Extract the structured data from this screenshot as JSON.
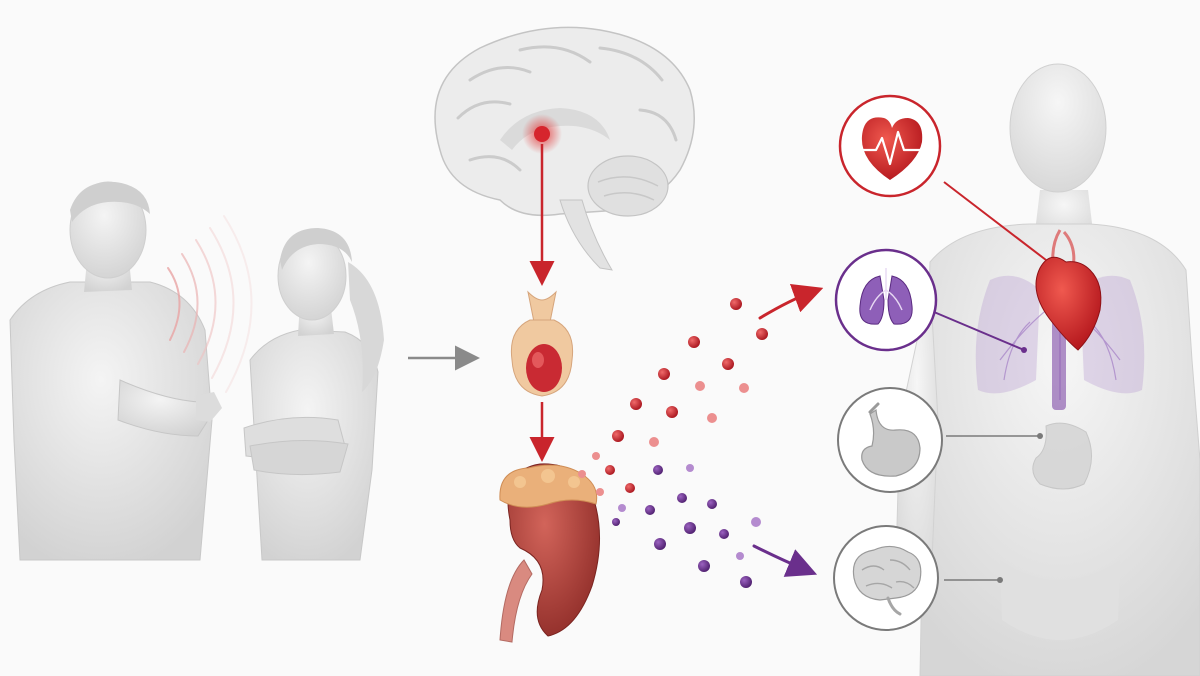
{
  "colors": {
    "background": "#fafafa",
    "figure_fill": "#e9e9e9",
    "figure_shade": "#d4d4d4",
    "signal_red": "#c9252c",
    "hormone_red": "#c21f2a",
    "hormone_pink": "#ec8f8f",
    "hormone_purple": "#6a2f8c",
    "neutral_gray": "#7a7a7a",
    "gland_peach": "#f0c9a0",
    "adrenal_orange": "#eab07a",
    "kidney_red": "#a83a34"
  },
  "icons": {
    "conflict_scene": "two-people-argument-icon",
    "hypothalamus": "brain-hypothalamus-icon",
    "pituitary": "pituitary-gland-icon",
    "adrenal": "adrenal-gland-kidney-icon",
    "heart": "heart-rate-icon",
    "lungs": "lungs-icon",
    "stomach": "stomach-icon",
    "brain": "brain-icon",
    "body": "human-body-icon"
  },
  "pathway": {
    "stages": [
      "conflict",
      "hypothalamus",
      "pituitary",
      "adrenal",
      "release",
      "targets"
    ],
    "targets": [
      "heart",
      "lungs",
      "stomach",
      "brain"
    ],
    "emphasized_targets": [
      "heart",
      "lungs"
    ]
  }
}
